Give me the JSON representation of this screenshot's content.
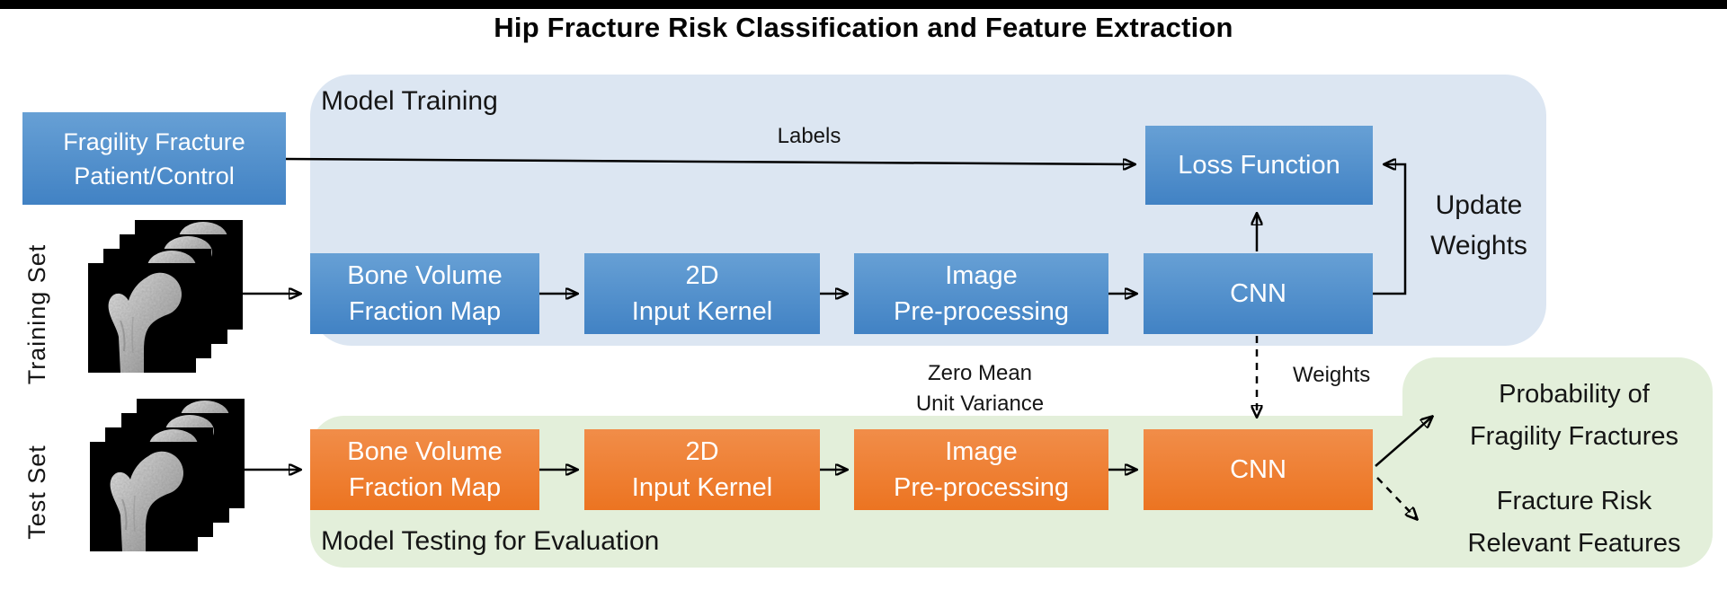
{
  "title": "Hip Fracture Risk Classification and Feature Extraction",
  "training": {
    "label": "Model Training",
    "set_label": "Training Set",
    "arrow_label": "Labels",
    "update_weights": {
      "line1": "Update",
      "line2": "Weights"
    },
    "boxes": {
      "input": {
        "line1": "Fragility Fracture",
        "line2": "Patient/Control"
      },
      "bvf": {
        "line1": "Bone Volume",
        "line2": "Fraction Map"
      },
      "kernel": {
        "line1": "2D",
        "line2": "Input Kernel"
      },
      "preproc": {
        "line1": "Image",
        "line2": "Pre-processing"
      },
      "cnn": {
        "label": "CNN"
      },
      "loss": {
        "label": "Loss Function"
      }
    }
  },
  "normalization": {
    "line1": "Zero Mean",
    "line2": "Unit Variance"
  },
  "weights_label": "Weights",
  "testing": {
    "label": "Model Testing for Evaluation",
    "set_label": "Test Set",
    "boxes": {
      "bvf": {
        "line1": "Bone Volume",
        "line2": "Fraction Map"
      },
      "kernel": {
        "line1": "2D",
        "line2": "Input Kernel"
      },
      "preproc": {
        "line1": "Image",
        "line2": "Pre-processing"
      },
      "cnn": {
        "label": "CNN"
      }
    },
    "outputs": {
      "probability": {
        "line1": "Probability of",
        "line2": "Fragility Fractures"
      },
      "features": {
        "line1": "Fracture Risk",
        "line2": "Relevant Features"
      }
    }
  },
  "colors": {
    "training_bg": "#dce6f2",
    "testing_bg": "#e3efda",
    "blue_top": "#67a0d5",
    "blue_bottom": "#4182c4",
    "orange_top": "#f18d49",
    "orange_bottom": "#ec7421",
    "arrow": "#000000"
  }
}
